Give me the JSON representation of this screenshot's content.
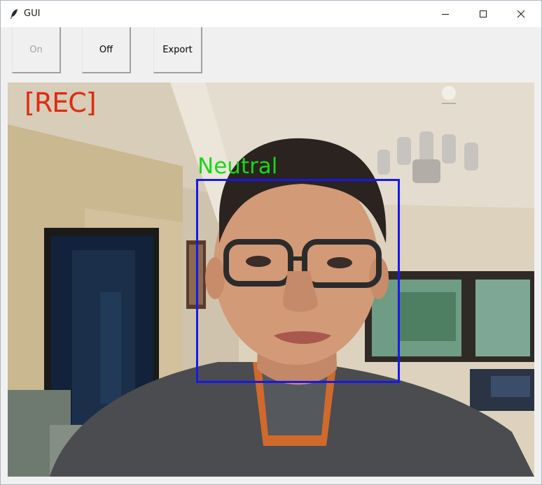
{
  "window": {
    "title": "GUI",
    "app_icon": "feather-icon"
  },
  "toolbar": {
    "on_label": "On",
    "off_label": "Off",
    "export_label": "Export"
  },
  "video": {
    "rec_label": "[REC]",
    "rec_color": "#e02a12",
    "emotion_label": "Neutral",
    "emotion_color": "#19d619",
    "face_box_color": "#1818e8"
  }
}
